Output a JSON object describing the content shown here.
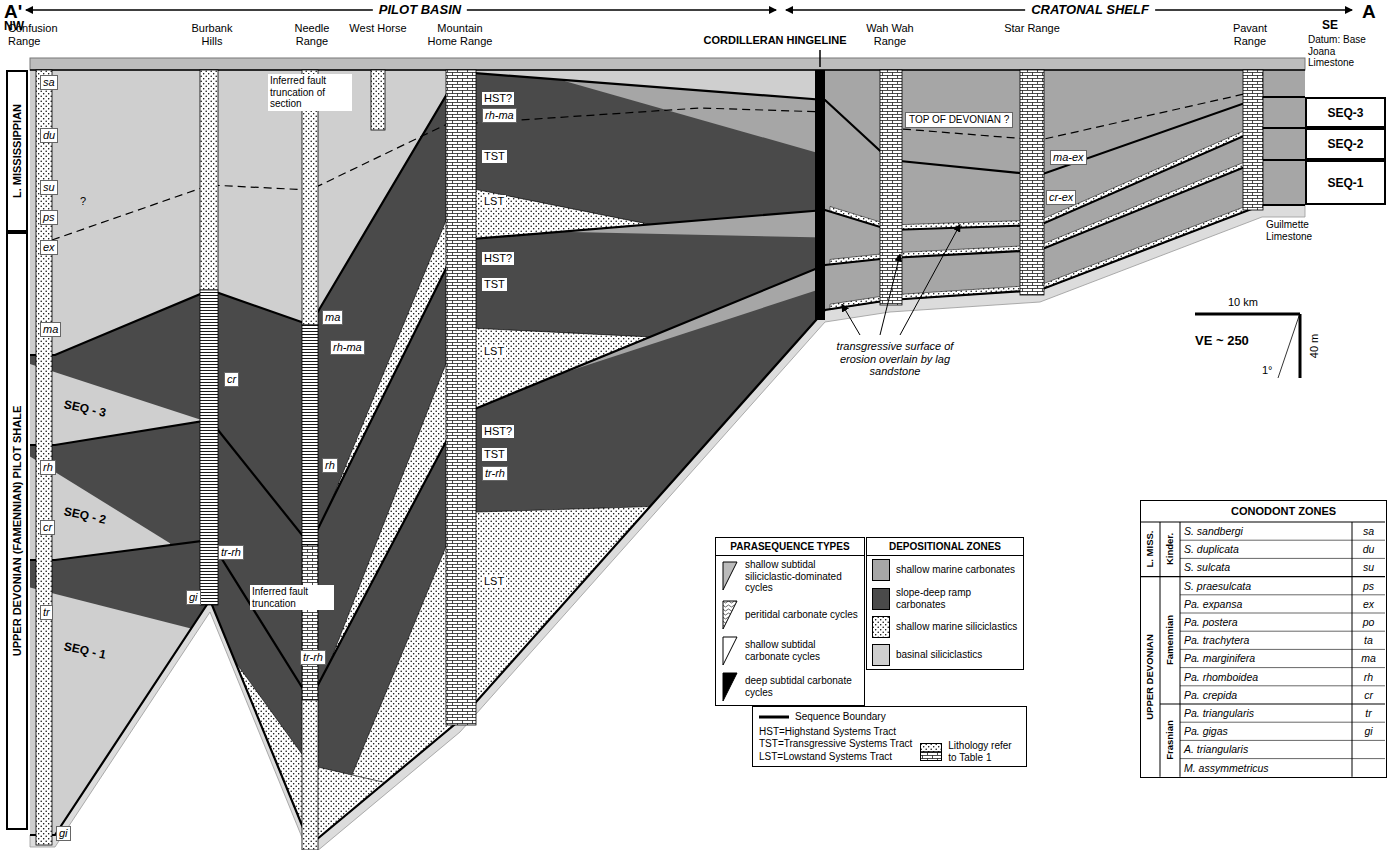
{
  "diagram": {
    "nodes": [
      {
        "text": [
          "L. MISSISSIPPIAN"
        ]
      },
      {
        "text": [
          "UPPER DEVONIAN (FAMENNIAN) PILOT SHALE"
        ]
      },
      {
        "text": [
          "SEQ-3"
        ]
      },
      {
        "text": [
          "SEQ-2"
        ]
      },
      {
        "text": [
          "SEQ-1"
        ]
      },
      {
        "text": [
          "PARASEQUENCE TYPES"
        ]
      },
      {
        "text": [
          "DEPOSITIONAL ZONES"
        ]
      },
      {
        "text": [
          "HST=Highstand Systems Tract",
          "TST=Transgressive Systems Tract",
          "LST=Lowstand Systems Tract"
        ]
      },
      {
        "text": [
          "CONODONT ZONES"
        ]
      }
    ],
    "labels": [
      "A'",
      "NW",
      "PILOT BASIN",
      "CRATONAL SHELF",
      "A",
      "SE",
      "Confusion Range",
      "Burbank Hills",
      "Needle Range",
      "West Horse",
      "Mountain Home Range",
      "CORDILLERAN HINGELINE",
      "Wah Wah Range",
      "Star Range",
      "Pavant Range",
      "Datum: Base Joana Limestone",
      "sa",
      "du",
      "?",
      "su",
      "ps",
      "ex",
      "ma",
      "SEQ - 3",
      "rh",
      "SEQ - 2",
      "cr",
      "SEQ - 1",
      "tr",
      "gi",
      "gi",
      "Inferred fault truncation of section",
      "cr",
      "tr-rh",
      "ma",
      "rh-ma",
      "rh",
      "Inferred fault truncation",
      "tr-rh",
      "HST?",
      "rh-ma",
      "TST",
      "LST",
      "HST?",
      "TST",
      "LST",
      "HST?",
      "TST",
      "tr-rh",
      "LST",
      "TOP OF DEVONIAN ?",
      "ma-ex",
      "cr-ex",
      "transgressive surface of erosion overlain by lag sandstone",
      "Guilmette Limestone",
      "10 km",
      "VE ~ 250",
      "40 m",
      "1°",
      "L. MISS.",
      "Kinder.",
      "UPPER DEVONIAN",
      "Famennian",
      "Frasnian",
      "S. sandbergi",
      "sa",
      "S. duplicata",
      "du",
      "S. sulcata",
      "su",
      "S. praesulcata",
      "ps",
      "Pa. expansa",
      "ex",
      "Pa. postera",
      "po",
      "Pa. trachytera",
      "ta",
      "Pa. marginifera",
      "ma",
      "Pa. rhomboidea",
      "rh",
      "Pa. crepida",
      "cr",
      "Pa. triangularis",
      "tr",
      "Pa. gigas",
      "gi",
      "A. triangularis",
      "M. assymmetricus"
    ],
    "legend": [
      {
        "text": "shallow subtidal siliciclastic-dominated cycles"
      },
      {
        "text": "peritidal carbonate cycles"
      },
      {
        "text": "shallow subtidal carbonate cycles"
      },
      {
        "text": "deep subtidal carbonate cycles"
      },
      {
        "text": "shallow marine carbonates",
        "color": "#a6a6a6"
      },
      {
        "text": "slope-deep ramp carbonates",
        "color": "#4a4a4a"
      },
      {
        "text": "shallow marine siliciclastics"
      },
      {
        "text": "basinal siliciclastics",
        "color": "#cfcfcf"
      },
      {
        "text": "Sequence Boundary"
      },
      {
        "text": "Lithology refer to Table 1"
      }
    ]
  }
}
